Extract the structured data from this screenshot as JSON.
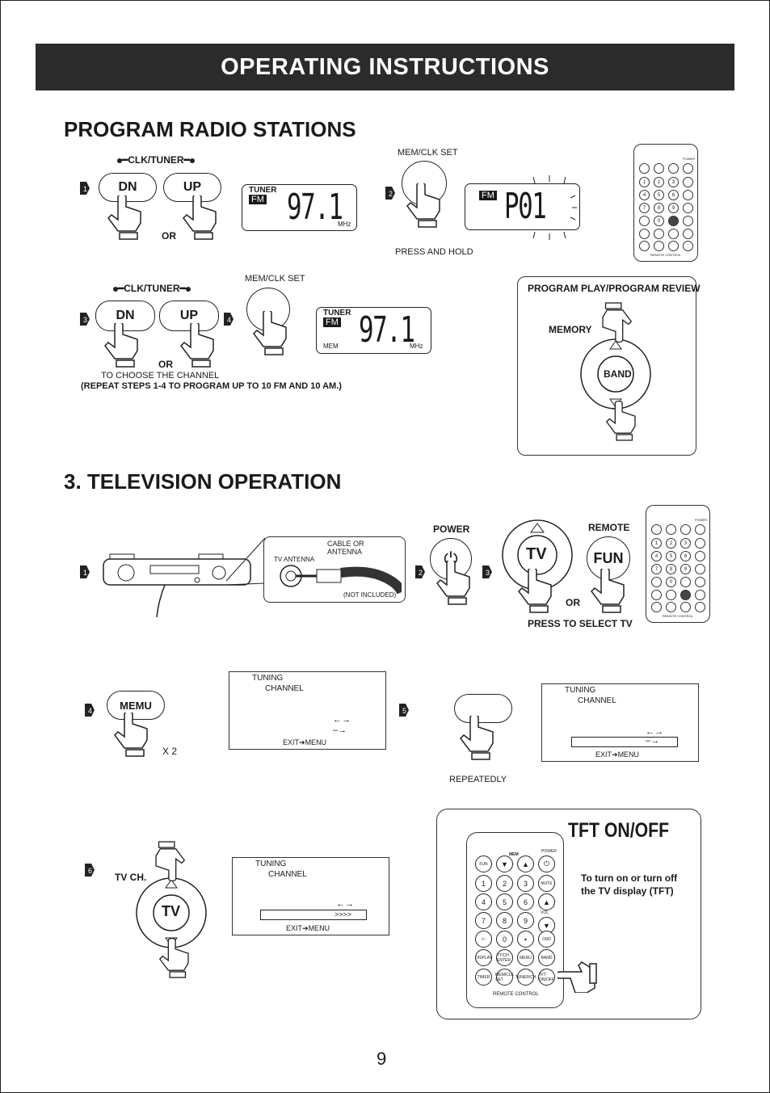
{
  "header": {
    "title": "OPERATING INSTRUCTIONS"
  },
  "section_radio": {
    "title": "PROGRAM RADIO STATIONS",
    "clk_tuner": "CLK/TUNER",
    "dn": "DN",
    "up": "UP",
    "or": "OR",
    "mem_clk_set": "MEM/CLK SET",
    "press_and_hold": "PRESS AND HOLD",
    "to_choose": "TO CHOOSE THE CHANNEL",
    "repeat_note": "(REPEAT STEPS 1-4 TO PROGRAM UP TO 10 FM AND 10 AM.)",
    "lcd": {
      "tuner": "TUNER",
      "fm": "FM",
      "freq": "97.1",
      "mhz": "MHz",
      "mem": "MEM",
      "preset": "P01"
    },
    "steps": [
      "1",
      "2",
      "3",
      "4"
    ],
    "program_box": {
      "title": "PROGRAM PLAY/PROGRAM REVIEW",
      "memory": "MEMORY",
      "band": "BAND"
    }
  },
  "section_tv": {
    "title": "3. TELEVISION OPERATION",
    "cable_or_antenna": "CABLE OR ANTENNA",
    "tv_antenna": "TV ANTENNA",
    "not_included": "(NOT INCLUDED)",
    "power": "POWER",
    "remote": "REMOTE",
    "tv": "TV",
    "fun": "FUN",
    "or": "OR",
    "press_to_select": "PRESS TO SELECT TV",
    "menu": "MEMU",
    "x2": "X 2",
    "repeatedly": "REPEATEDLY",
    "tv_ch": "TV CH.",
    "screen": {
      "tuning": "TUNING",
      "channel": "CHANNEL",
      "exit": "EXIT",
      "menu": "MENU",
      "arrows": ">>>>"
    },
    "steps": [
      "1",
      "2",
      "3",
      "4",
      "5",
      "6"
    ],
    "tft_box": {
      "title": "TFT ON/OFF",
      "desc_line1": "To turn on or turn off",
      "desc_line2": "the TV display (TFT)"
    }
  },
  "remote": {
    "power": "POWER",
    "mem": "MEM",
    "label": "REMOTE CONTROL",
    "keys": [
      "FUN",
      "MUTE",
      "VOL",
      "DISPLAY",
      "TT/CH ENTER",
      "MENU",
      "BAND",
      "TIMER",
      "MEM/CLK SET",
      "TUNER/CH",
      "TFT ON/OFF",
      "-/--",
      "OSD"
    ],
    "digits": [
      "1",
      "2",
      "3",
      "4",
      "5",
      "6",
      "7",
      "8",
      "9",
      "0"
    ]
  },
  "page_number": "9"
}
